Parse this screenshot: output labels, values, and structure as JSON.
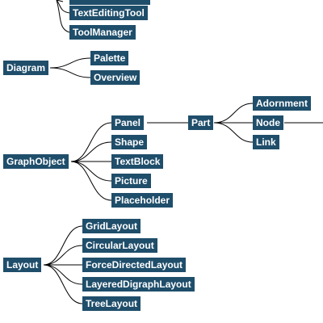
{
  "diagram": {
    "nodes": {
      "tool_partial": "",
      "text_editing_tool": "TextEditingTool",
      "tool_manager": "ToolManager",
      "diagram": "Diagram",
      "palette": "Palette",
      "overview": "Overview",
      "graph_object": "GraphObject",
      "panel": "Panel",
      "shape": "Shape",
      "text_block": "TextBlock",
      "picture": "Picture",
      "placeholder": "Placeholder",
      "part": "Part",
      "adornment": "Adornment",
      "node": "Node",
      "link": "Link",
      "layout": "Layout",
      "grid_layout": "GridLayout",
      "circular_layout": "CircularLayout",
      "force_directed_layout": "ForceDirectedLayout",
      "layered_digraph_layout": "LayeredDigraphLayout",
      "tree_layout": "TreeLayout"
    },
    "colors": {
      "node_fill": "#1f4e6b",
      "node_text": "#ffffff",
      "link": "#000000"
    }
  }
}
